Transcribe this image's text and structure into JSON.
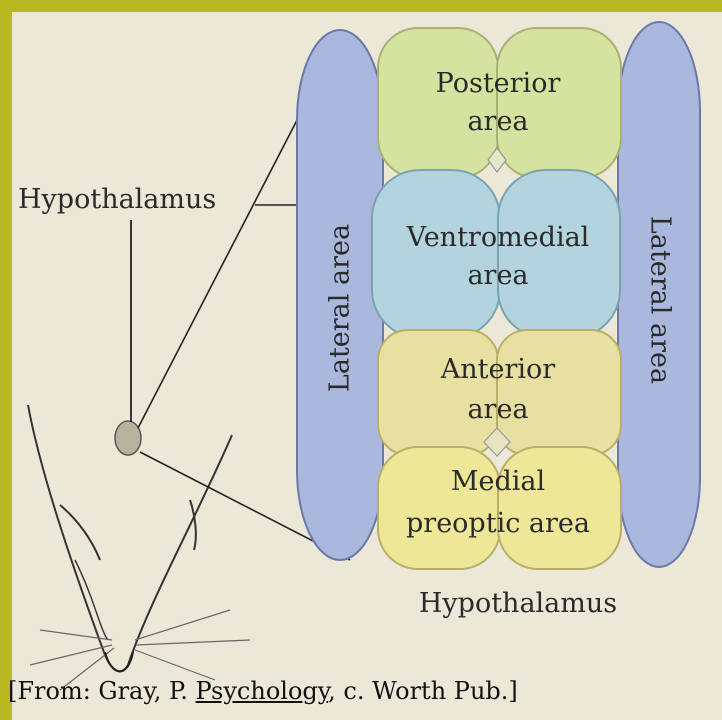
{
  "labels": {
    "hypothalamus_left": "Hypothalamus",
    "hypothalamus_bottom": "Hypothalamus",
    "lateral_left": "Lateral area",
    "lateral_right": "Lateral area",
    "posterior_1": "Posterior",
    "posterior_2": "area",
    "ventromedial_1": "Ventromedial",
    "ventromedial_2": "area",
    "anterior_1": "Anterior",
    "anterior_2": "area",
    "medial_1": "Medial",
    "medial_2": "preoptic area"
  },
  "caption": {
    "prefix": "[From: Gray, P. ",
    "title": "Psychology",
    "suffix": ", c. Worth Pub.]"
  },
  "colors": {
    "background": "#ece8d8",
    "frame_accent": "#b8b820",
    "lateral": "#a9b8dc",
    "posterior": "#d6e3a0",
    "ventromedial": "#b3d3de",
    "anterior": "#e8e0a0",
    "medial_preoptic": "#ede797"
  }
}
